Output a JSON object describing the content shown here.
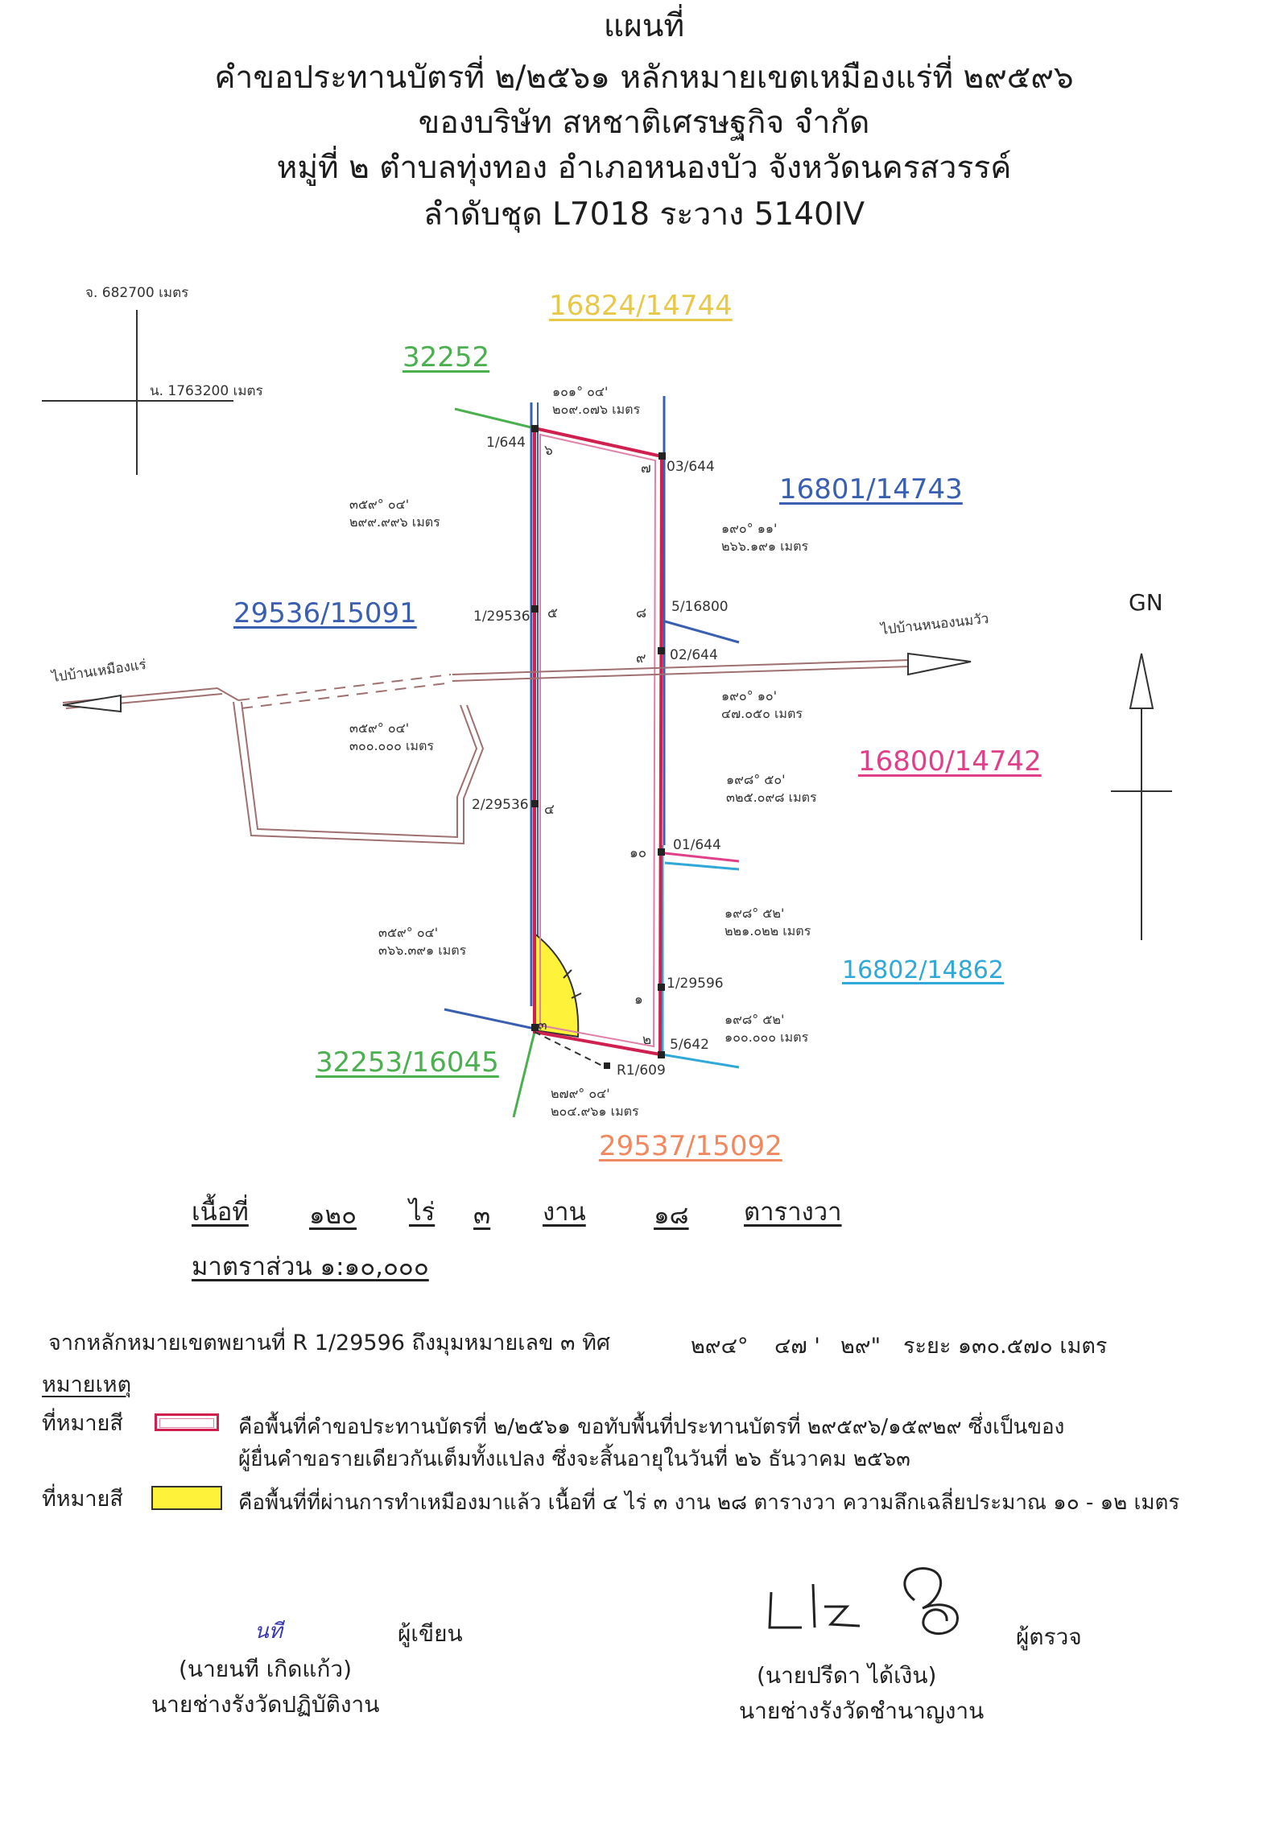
{
  "header": {
    "line1": "แผนที่",
    "line2": "คำขอประทานบัตรที่ ๒/๒๕๖๑ หลักหมายเขตเหมืองแร่ที่ ๒๙๕๙๖",
    "line3": "ของบริษัท สหชาติเศรษฐกิจ จำกัด",
    "line4": "หมู่ที่ ๒  ตำบลทุ่งทอง  อำเภอหนองบัว  จังหวัดนครสวรรค์",
    "line5": "ลำดับชุด L7018  ระวาง 5140IV"
  },
  "grid": {
    "easting": "จ. 682700 เมตร",
    "northing": "น. 1763200 เมตร"
  },
  "parcels": {
    "p_16824": "16824/14744",
    "p_32252": "32252",
    "p_16801": "16801/14743",
    "p_29536": "29536/15091",
    "p_16800": "16800/14742",
    "p_16802": "16802/14862",
    "p_32253": "32253/16045",
    "p_29537": "29537/15092"
  },
  "colors": {
    "yellow": "#e8c84a",
    "green": "#4caf50",
    "blue": "#3a5fb0",
    "pink": "#e0408a",
    "cyan": "#30a8d8",
    "orange": "#f08860",
    "boundary": "#d02050",
    "road": "#a07070",
    "minedFill": "#fff23a"
  },
  "points": {
    "pt_1_644": "1/644",
    "pt_03_644": "03/644",
    "pt_1_29536": "1/29536",
    "pt_5_16800": "5/16800",
    "pt_02_644": "02/644",
    "pt_2_29536": "2/29536",
    "pt_01_644": "01/644",
    "pt_1_29596": "1/29596",
    "pt_5_642": "5/642",
    "pt_R1_609": "R1/609"
  },
  "corners": {
    "c1": "๑",
    "c2": "๒",
    "c3": "๓",
    "c4": "๔",
    "c5": "๕",
    "c6": "๖",
    "c7": "๗",
    "c8": "๘",
    "c9": "๙",
    "c10": "๑๐"
  },
  "bearings": {
    "b_top_a": "๑๐๑° ๐๔'",
    "b_top_b": "๒๐๙.๐๗๖ เมตร",
    "b_left1_a": "๓๕๙° ๐๔'",
    "b_left1_b": "๒๙๙.๙๙๖ เมตร",
    "b_right1_a": "๑๙๐° ๑๑'",
    "b_right1_b": "๒๖๖.๑๙๑ เมตร",
    "b_left2_a": "๓๕๙° ๐๔'",
    "b_left2_b": "๓๐๐.๐๐๐ เมตร",
    "b_right2_a": "๑๙๐° ๑๐'",
    "b_right2_b": "๔๗.๐๕๐ เมตร",
    "b_right3_a": "๑๙๘° ๕๐'",
    "b_right3_b": "๓๒๕.๐๙๘ เมตร",
    "b_left3_a": "๓๕๙° ๐๔'",
    "b_left3_b": "๓๖๖.๓๙๑ เมตร",
    "b_right4_a": "๑๙๘° ๕๒'",
    "b_right4_b": "๒๒๑.๐๒๒ เมตร",
    "b_right5_a": "๑๙๘° ๕๒'",
    "b_right5_b": "๑๐๐.๐๐๐ เมตร",
    "b_bottom_a": "๒๗๙° ๐๔'",
    "b_bottom_b": "๒๐๔.๙๖๑ เมตร"
  },
  "roads": {
    "west": "ไปบ้านเหมืองแร่",
    "east": "ไปบ้านหนองนมวัว"
  },
  "north": "GN",
  "area": {
    "label": "เนื้อที่",
    "rai": "๑๒๐",
    "rai_unit": "ไร่",
    "ngan": "๓",
    "ngan_unit": "งาน",
    "wa": "๑๘",
    "wa_unit": "ตารางวา"
  },
  "scale": "มาตราส่วน  ๑:๑๐,๐๐๐",
  "reference": {
    "text": "จากหลักหมายเขตพยานที่  R 1/29596 ถึงมุมหมายเลข ๓   ทิศ",
    "deg": "๒๙๔°",
    "min": "๔๗ '",
    "sec": "๒๙\"",
    "dist": "ระยะ  ๑๓๐.๕๗๐  เมตร"
  },
  "legend": {
    "title": "หมายเหตุ",
    "item1_label": "ที่หมายสี",
    "item1_line1": "คือพื้นที่คำขอประทานบัตรที่ ๒/๒๕๖๑ ขอทับพื้นที่ประทานบัตรที่  ๒๙๕๙๖/๑๕๙๒๙ ซึ่งเป็นของ",
    "item1_line2": "ผู้ยื่นคำขอรายเดียวกันเต็มทั้งแปลง ซึ่งจะสิ้นอายุในวันที่ ๒๖ ธันวาคม ๒๕๖๓",
    "item2_label": "ที่หมายสี",
    "item2_line1": "คือพื้นที่ที่ผ่านการทำเหมืองมาแล้ว เนื้อที่  ๔  ไร่  ๓  งาน  ๒๘  ตารางวา ความลึกเฉลี่ยประมาณ ๑๐ - ๑๒  เมตร"
  },
  "signatures": {
    "writer_mark": "นที",
    "writer_role": "ผู้เขียน",
    "writer_name": "(นายนที  เกิดแก้ว)",
    "writer_title": "นายช่างรังวัดปฏิบัติงาน",
    "checker_role": "ผู้ตรวจ",
    "checker_name": "(นายปรีดา  ได้เงิน)",
    "checker_title": "นายช่างรังวัดชำนาญงาน"
  }
}
